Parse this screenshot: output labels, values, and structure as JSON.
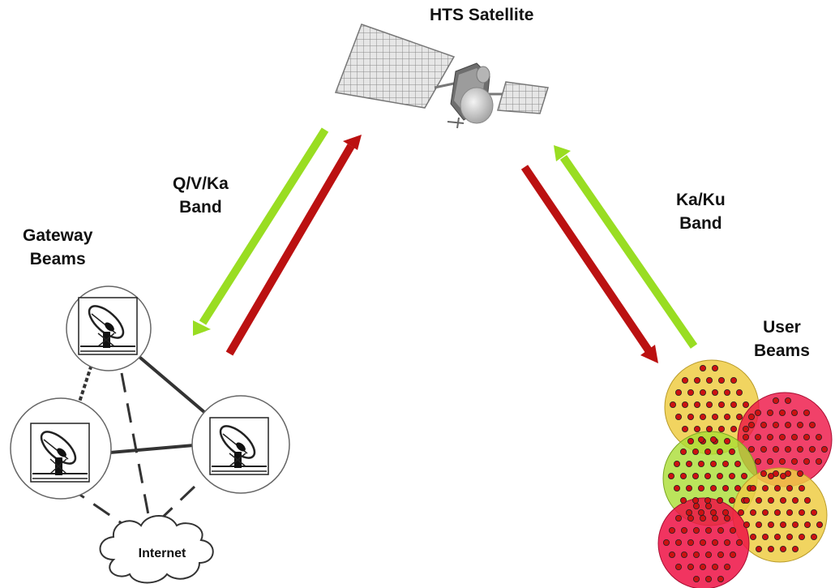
{
  "labels": {
    "satellite": "HTS Satellite",
    "feeder_band_line1": "Q/V/Ka",
    "feeder_band_line2": "Band",
    "user_band_line1": "Ka/Ku",
    "user_band_line2": "Band",
    "gateway_line1": "Gateway",
    "gateway_line2": "Beams",
    "user_beams_line1": "User",
    "user_beams_line2": "Beams",
    "internet": "Internet"
  },
  "colors": {
    "uplink_arrow": "#99dd22",
    "downlink_arrow": "#bb1111",
    "beam_yellow": "#eecc44",
    "beam_red": "#ee1144",
    "beam_green": "#aadd33",
    "user_terminal_dot": "#cc1111"
  },
  "icons": [
    "satellite-icon",
    "satellite-dish-icon",
    "cloud-icon"
  ]
}
